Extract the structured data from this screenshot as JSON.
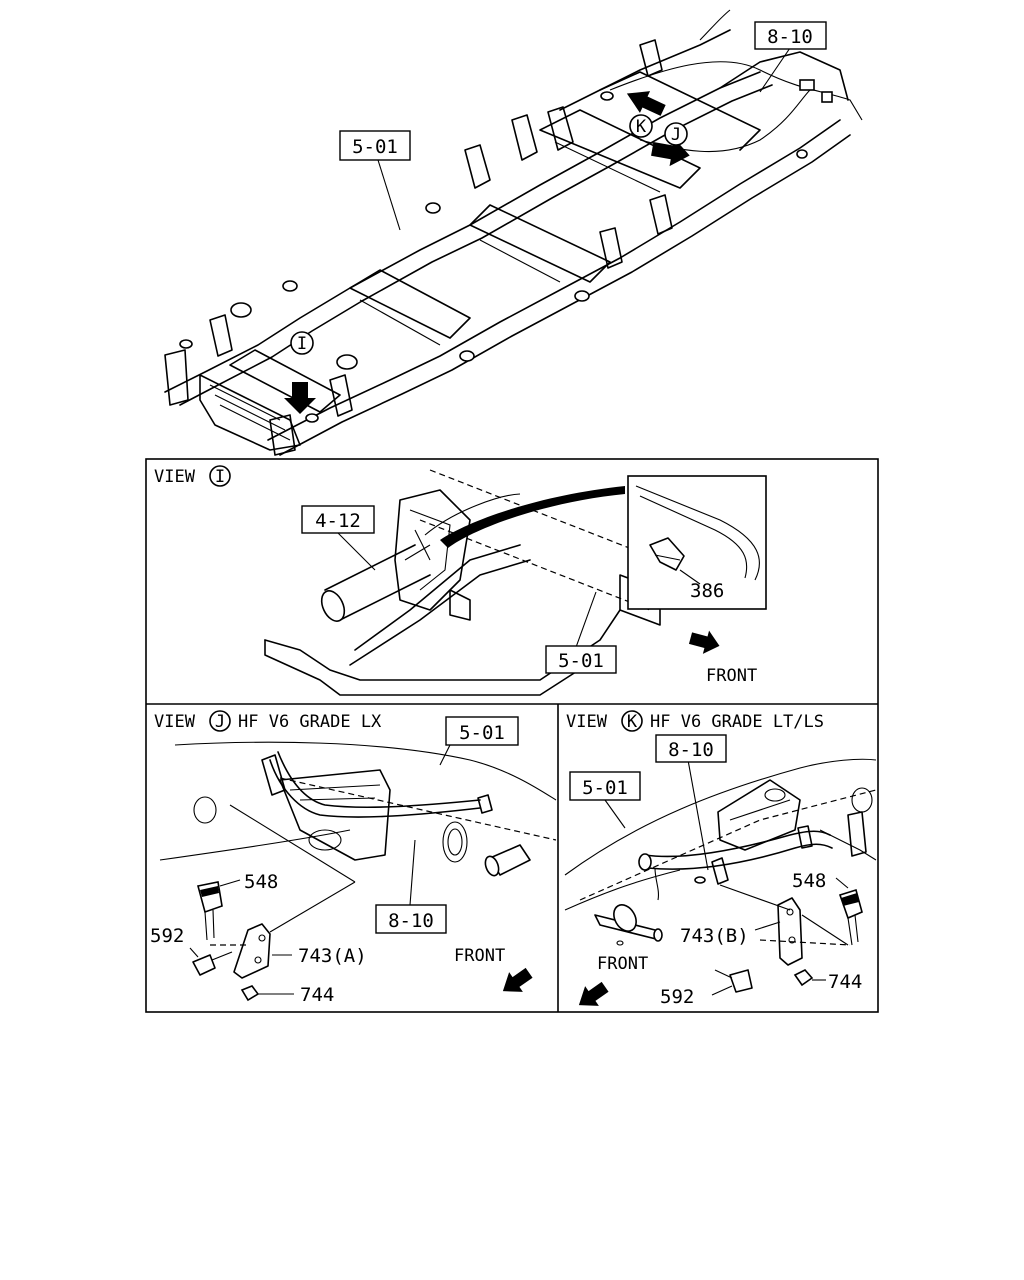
{
  "top_view": {
    "callouts": {
      "frame": "5-01",
      "harness": "8-10"
    },
    "view_markers": [
      "I",
      "J",
      "K"
    ]
  },
  "view_i": {
    "title_prefix": "VIEW",
    "marker": "I",
    "callouts": {
      "cable": "4-12",
      "frame": "5-01",
      "clip": "386"
    },
    "direction": "FRONT"
  },
  "view_j": {
    "title_prefix": "VIEW",
    "marker": "J",
    "title_suffix": "HF V6 GRADE LX",
    "callouts": {
      "frame": "5-01",
      "harness": "8-10",
      "switch": "548",
      "bolt": "592",
      "bracket": "743(A)",
      "nut": "744"
    },
    "direction": "FRONT"
  },
  "view_k": {
    "title_prefix": "VIEW",
    "marker": "K",
    "title_suffix": "HF V6 GRADE LT/LS",
    "callouts": {
      "harness": "8-10",
      "frame": "5-01",
      "switch": "548",
      "bracket": "743(B)",
      "bolt": "592",
      "nut": "744"
    },
    "direction": "FRONT"
  }
}
